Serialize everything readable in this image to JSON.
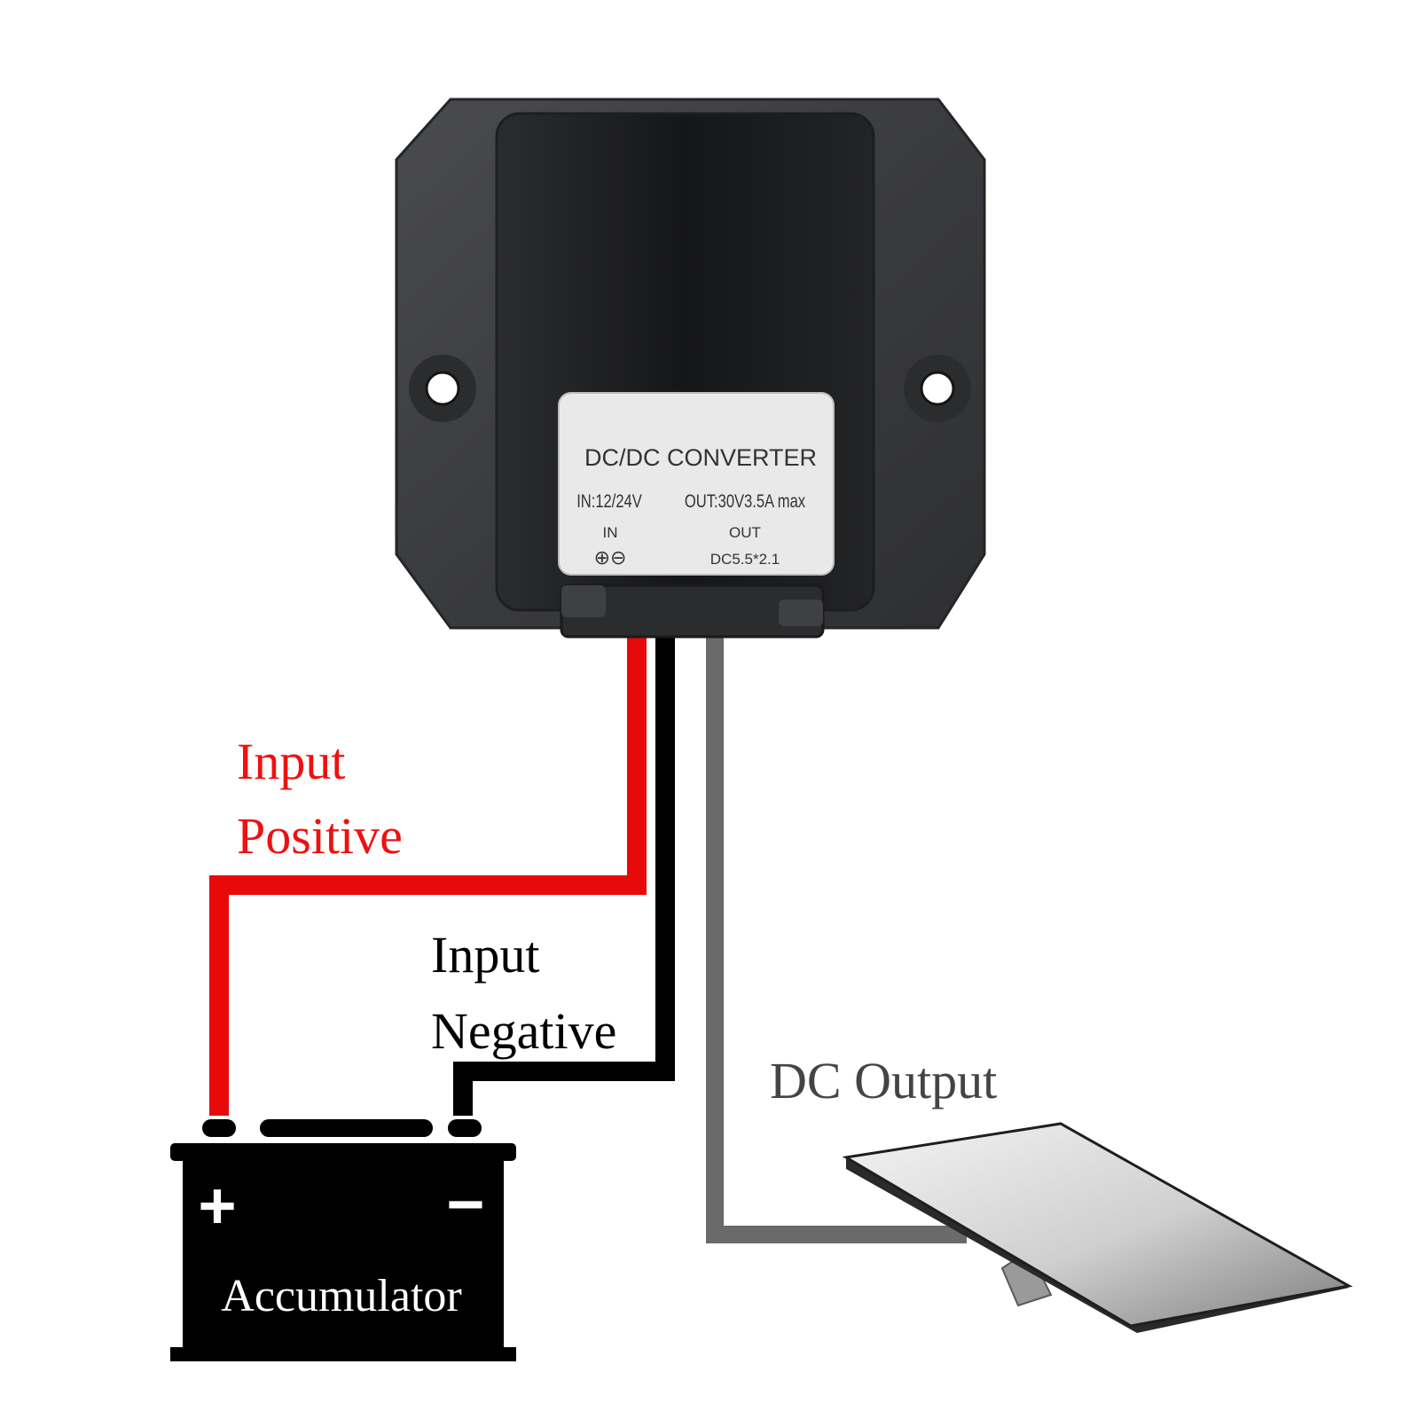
{
  "converter": {
    "label_title": "DC/DC CONVERTER",
    "label_in_spec": "IN:12/24V",
    "label_out_spec": "OUT:30V3.5A max",
    "label_in": "IN",
    "label_polarity": "⊕⊖",
    "label_out": "OUT",
    "label_connector": "DC5.5*2.1"
  },
  "annotations": {
    "positive_line1": "Input",
    "positive_line2": "Positive",
    "negative_line1": "Input",
    "negative_line2": "Negative",
    "output": "DC Output"
  },
  "battery": {
    "plus_symbol": "+",
    "minus_symbol": "−",
    "name": "Accumulator"
  },
  "colors": {
    "positive_wire": "#e8090b",
    "negative_wire": "#000000",
    "output_wire": "#6a6a6a",
    "positive_text": "#ee1111",
    "negative_text": "#000000",
    "output_text": "#444444",
    "device_body": "#3a3b3d",
    "battery_body": "#000000"
  }
}
